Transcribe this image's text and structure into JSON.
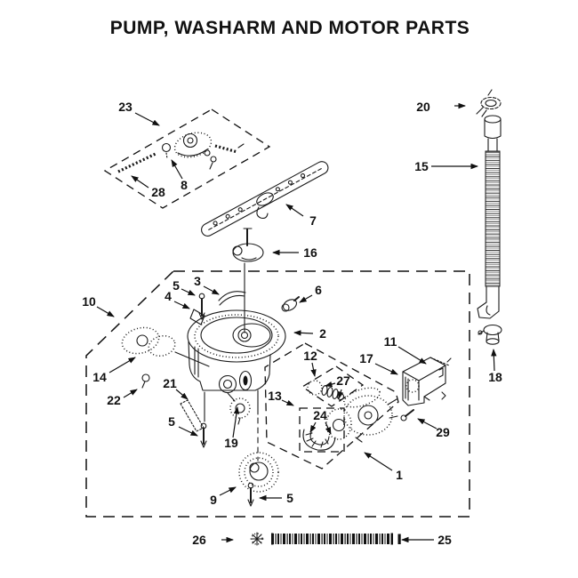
{
  "title": "PUMP, WASHARM AND MOTOR PARTS",
  "colors": {
    "ink": "#111111",
    "paper": "#ffffff"
  },
  "callouts": {
    "n1": "1",
    "n2": "2",
    "n3": "3",
    "n4": "4",
    "n5": "5",
    "n6": "6",
    "n7": "7",
    "n8": "8",
    "n9": "9",
    "n10": "10",
    "n11": "11",
    "n12": "12",
    "n13": "13",
    "n14": "14",
    "n15": "15",
    "n16": "16",
    "n17": "17",
    "n18": "18",
    "n19": "19",
    "n20": "20",
    "n21": "21",
    "n22": "22",
    "n23": "23",
    "n24": "24",
    "n25": "25",
    "n26": "26",
    "n27": "27",
    "n28": "28",
    "n29": "29"
  }
}
